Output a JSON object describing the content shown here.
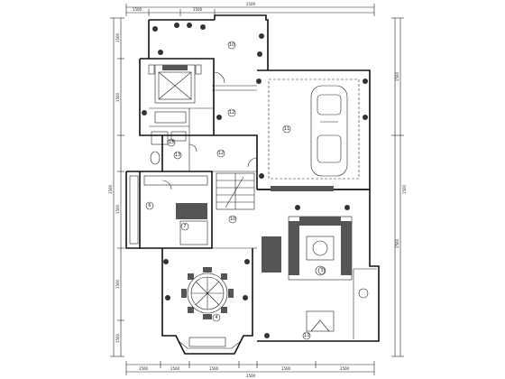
{
  "drawing": {
    "top_overall_dimension": "1500",
    "bottom_overall_dimension": "1500",
    "left_overall_dimension": "1500",
    "right_overall_dimension": "1500",
    "top_segments": [
      "1500",
      "1500"
    ],
    "bottom_segments": [
      "1500",
      "1500",
      "1500",
      "1500",
      "1500"
    ],
    "left_segments": [
      "1500",
      "1500",
      "1500",
      "1500",
      "1500"
    ],
    "right_segments": [
      "1500",
      "1500"
    ]
  },
  "rooms": [
    {
      "id": "terrace-north",
      "number": "10"
    },
    {
      "id": "bedroom",
      "number": "12"
    },
    {
      "id": "closet",
      "number": "13"
    },
    {
      "id": "garage",
      "number": "11"
    },
    {
      "id": "bathroom",
      "number": "13"
    },
    {
      "id": "hall",
      "number": "12"
    },
    {
      "id": "laundry",
      "number": "6"
    },
    {
      "id": "kitchen",
      "number": "7"
    },
    {
      "id": "stair",
      "number": "10"
    },
    {
      "id": "dining",
      "number": "4"
    },
    {
      "id": "living",
      "number": "3"
    },
    {
      "id": "porch",
      "number": "13"
    }
  ],
  "colors": {
    "line": "#111111",
    "background": "#ffffff",
    "fill": "#555555"
  }
}
